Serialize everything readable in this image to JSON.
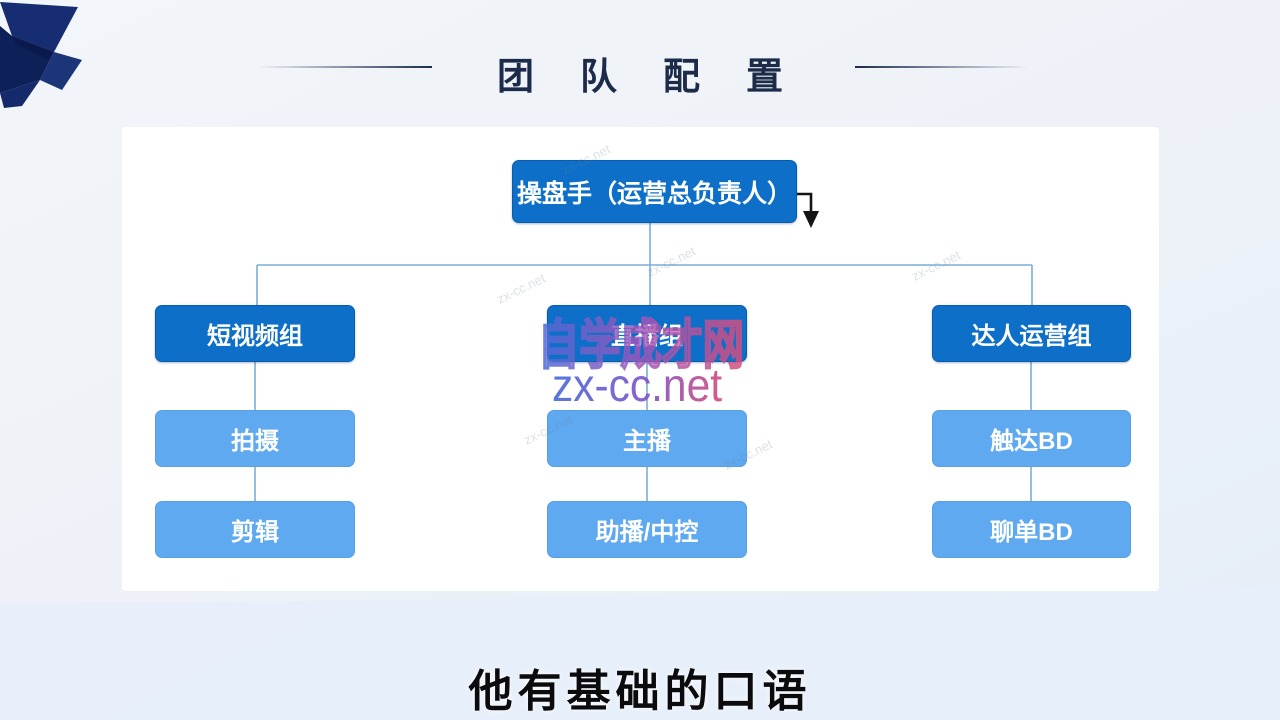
{
  "header": {
    "title": "团队配置"
  },
  "org_chart": {
    "type": "org-tree",
    "root": {
      "label": "操盘手（运营总负责人）"
    },
    "columns": [
      {
        "group": "短视频组",
        "children": [
          "拍摄",
          "剪辑"
        ]
      },
      {
        "group": "直播组",
        "children": [
          "主播",
          "助播/中控"
        ]
      },
      {
        "group": "达人运营组",
        "children": [
          "触达BD",
          "聊单BD"
        ]
      }
    ]
  },
  "watermark": {
    "site_name": "自学成才网",
    "site_url": "zx-cc.net",
    "tiled_text": "zx-cc.net"
  },
  "subtitle": {
    "text": "他有基础的口语"
  },
  "colors": {
    "primary_node": "#0d6fc8",
    "secondary_node": "#5ea9ef",
    "connector": "#7aadd6",
    "title_text": "#1c2b49",
    "ribbon": "#132a6e",
    "watermark_blue": "#4a6bd8",
    "watermark_pink": "#d44e7e",
    "card_bg": "#ffffff",
    "page_bg": "#eef2f8"
  }
}
